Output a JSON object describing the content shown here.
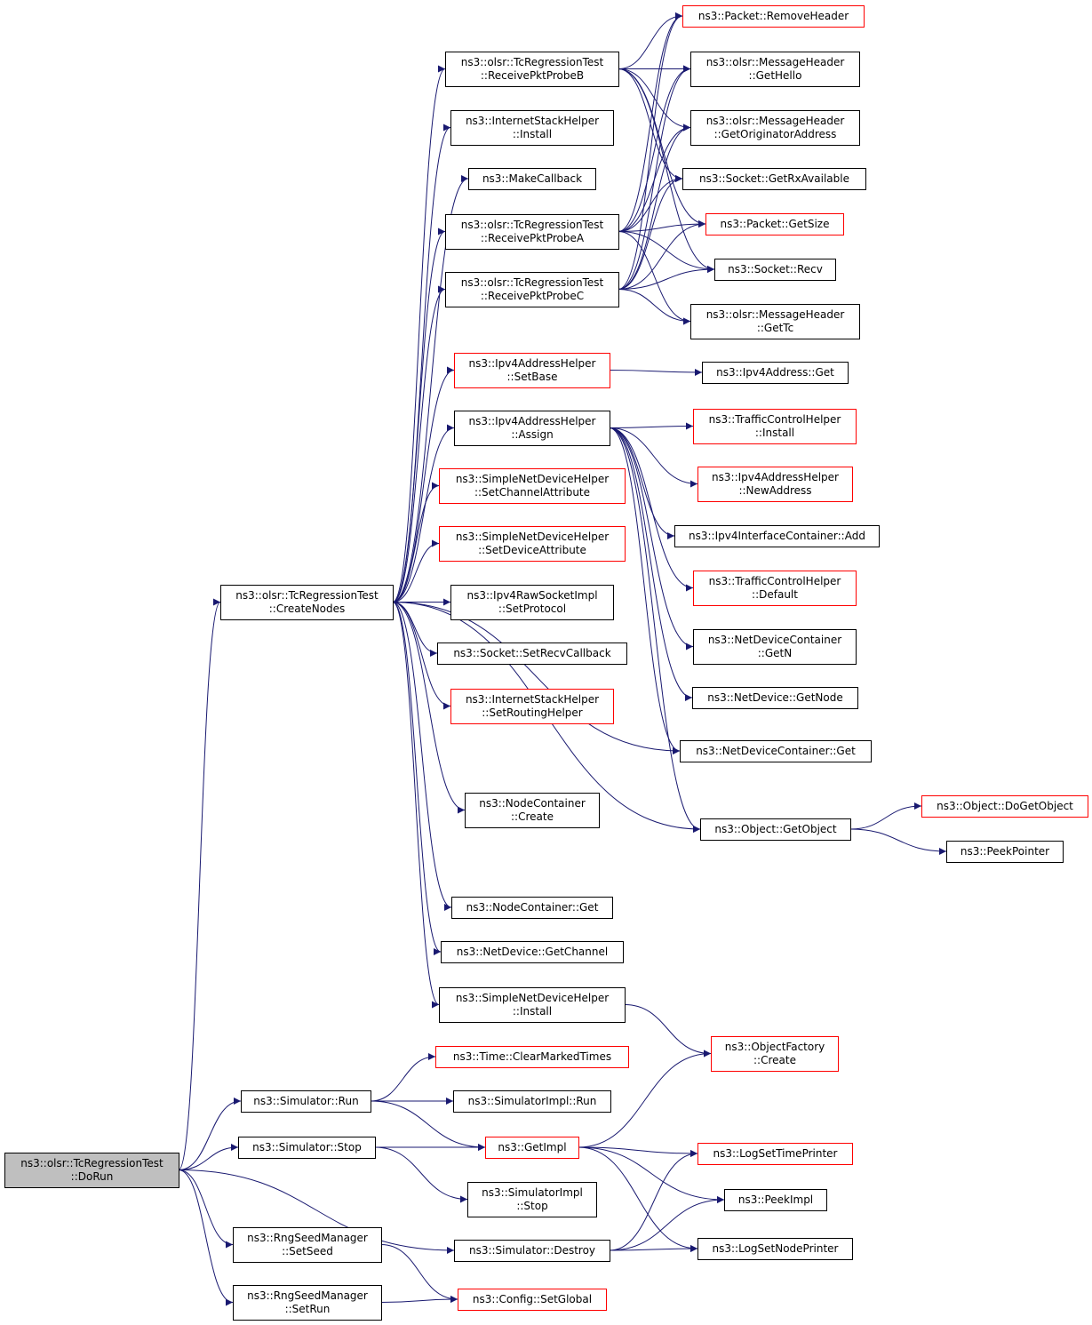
{
  "colors": {
    "edge": "#191970",
    "border_normal": "#000000",
    "border_red": "#ff0000",
    "fill_focus": "#bfbfbf",
    "fill_normal": "#ffffff"
  },
  "nodes": [
    {
      "id": "dorun",
      "lines": [
        "ns3::olsr::TcRegressionTest",
        "::DoRun"
      ],
      "style": "focus"
    },
    {
      "id": "createnodes",
      "lines": [
        "ns3::olsr::TcRegressionTest",
        "::CreateNodes"
      ],
      "style": "normal"
    },
    {
      "id": "probeB",
      "lines": [
        "ns3::olsr::TcRegressionTest",
        "::ReceivePktProbeB"
      ],
      "style": "normal"
    },
    {
      "id": "ishInstall",
      "lines": [
        "ns3::InternetStackHelper",
        "::Install"
      ],
      "style": "normal"
    },
    {
      "id": "makeCallback",
      "lines": [
        "ns3::MakeCallback"
      ],
      "style": "normal"
    },
    {
      "id": "probeA",
      "lines": [
        "ns3::olsr::TcRegressionTest",
        "::ReceivePktProbeA"
      ],
      "style": "normal"
    },
    {
      "id": "probeC",
      "lines": [
        "ns3::olsr::TcRegressionTest",
        "::ReceivePktProbeC"
      ],
      "style": "normal"
    },
    {
      "id": "setBase",
      "lines": [
        "ns3::Ipv4AddressHelper",
        "::SetBase"
      ],
      "style": "red"
    },
    {
      "id": "assign",
      "lines": [
        "ns3::Ipv4AddressHelper",
        "::Assign"
      ],
      "style": "normal"
    },
    {
      "id": "setChanAttr",
      "lines": [
        "ns3::SimpleNetDeviceHelper",
        "::SetChannelAttribute"
      ],
      "style": "red"
    },
    {
      "id": "setDevAttr",
      "lines": [
        "ns3::SimpleNetDeviceHelper",
        "::SetDeviceAttribute"
      ],
      "style": "red"
    },
    {
      "id": "setProtocol",
      "lines": [
        "ns3::Ipv4RawSocketImpl",
        "::SetProtocol"
      ],
      "style": "normal"
    },
    {
      "id": "setRecvCb",
      "lines": [
        "ns3::Socket::SetRecvCallback"
      ],
      "style": "normal"
    },
    {
      "id": "setRouting",
      "lines": [
        "ns3::InternetStackHelper",
        "::SetRoutingHelper"
      ],
      "style": "red"
    },
    {
      "id": "ncCreate",
      "lines": [
        "ns3::NodeContainer",
        "::Create"
      ],
      "style": "normal"
    },
    {
      "id": "ncGet",
      "lines": [
        "ns3::NodeContainer::Get"
      ],
      "style": "normal"
    },
    {
      "id": "getChannel",
      "lines": [
        "ns3::NetDevice::GetChannel"
      ],
      "style": "normal"
    },
    {
      "id": "sndhInstall",
      "lines": [
        "ns3::SimpleNetDeviceHelper",
        "::Install"
      ],
      "style": "normal"
    },
    {
      "id": "removeHeader",
      "lines": [
        "ns3::Packet::RemoveHeader"
      ],
      "style": "red"
    },
    {
      "id": "getHello",
      "lines": [
        "ns3::olsr::MessageHeader",
        "::GetHello"
      ],
      "style": "normal"
    },
    {
      "id": "getOrig",
      "lines": [
        "ns3::olsr::MessageHeader",
        "::GetOriginatorAddress"
      ],
      "style": "normal"
    },
    {
      "id": "getRxAvail",
      "lines": [
        "ns3::Socket::GetRxAvailable"
      ],
      "style": "normal"
    },
    {
      "id": "getSize",
      "lines": [
        "ns3::Packet::GetSize"
      ],
      "style": "red"
    },
    {
      "id": "recv",
      "lines": [
        "ns3::Socket::Recv"
      ],
      "style": "normal"
    },
    {
      "id": "getTc",
      "lines": [
        "ns3::olsr::MessageHeader",
        "::GetTc"
      ],
      "style": "normal"
    },
    {
      "id": "ipv4Get",
      "lines": [
        "ns3::Ipv4Address::Get"
      ],
      "style": "normal"
    },
    {
      "id": "tchInstall",
      "lines": [
        "ns3::TrafficControlHelper",
        "::Install"
      ],
      "style": "red"
    },
    {
      "id": "newAddress",
      "lines": [
        "ns3::Ipv4AddressHelper",
        "::NewAddress"
      ],
      "style": "red"
    },
    {
      "id": "iicAdd",
      "lines": [
        "ns3::Ipv4InterfaceContainer::Add"
      ],
      "style": "normal"
    },
    {
      "id": "tchDefault",
      "lines": [
        "ns3::TrafficControlHelper",
        "::Default"
      ],
      "style": "red"
    },
    {
      "id": "ndcGetN",
      "lines": [
        "ns3::NetDeviceContainer",
        "::GetN"
      ],
      "style": "normal"
    },
    {
      "id": "ndGetNode",
      "lines": [
        "ns3::NetDevice::GetNode"
      ],
      "style": "normal"
    },
    {
      "id": "ndcGet",
      "lines": [
        "ns3::NetDeviceContainer::Get"
      ],
      "style": "normal"
    },
    {
      "id": "getObject",
      "lines": [
        "ns3::Object::GetObject"
      ],
      "style": "normal"
    },
    {
      "id": "doGetObject",
      "lines": [
        "ns3::Object::DoGetObject"
      ],
      "style": "red"
    },
    {
      "id": "peekPointer",
      "lines": [
        "ns3::PeekPointer"
      ],
      "style": "normal"
    },
    {
      "id": "ofCreate",
      "lines": [
        "ns3::ObjectFactory",
        "::Create"
      ],
      "style": "red"
    },
    {
      "id": "clearMarked",
      "lines": [
        "ns3::Time::ClearMarkedTimes"
      ],
      "style": "red"
    },
    {
      "id": "simRun",
      "lines": [
        "ns3::Simulator::Run"
      ],
      "style": "normal"
    },
    {
      "id": "simImplRun",
      "lines": [
        "ns3::SimulatorImpl::Run"
      ],
      "style": "normal"
    },
    {
      "id": "getImpl",
      "lines": [
        "ns3::GetImpl"
      ],
      "style": "red"
    },
    {
      "id": "simStop",
      "lines": [
        "ns3::Simulator::Stop"
      ],
      "style": "normal"
    },
    {
      "id": "simImplStop",
      "lines": [
        "ns3::SimulatorImpl",
        "::Stop"
      ],
      "style": "normal"
    },
    {
      "id": "logTime",
      "lines": [
        "ns3::LogSetTimePrinter"
      ],
      "style": "red"
    },
    {
      "id": "peekImpl",
      "lines": [
        "ns3::PeekImpl"
      ],
      "style": "normal"
    },
    {
      "id": "setSeed",
      "lines": [
        "ns3::RngSeedManager",
        "::SetSeed"
      ],
      "style": "normal"
    },
    {
      "id": "simDestroy",
      "lines": [
        "ns3::Simulator::Destroy"
      ],
      "style": "normal"
    },
    {
      "id": "logNode",
      "lines": [
        "ns3::LogSetNodePrinter"
      ],
      "style": "normal"
    },
    {
      "id": "setRun",
      "lines": [
        "ns3::RngSeedManager",
        "::SetRun"
      ],
      "style": "normal"
    },
    {
      "id": "setGlobal",
      "lines": [
        "ns3::Config::SetGlobal"
      ],
      "style": "red"
    }
  ],
  "edges": [
    [
      "dorun",
      "createnodes"
    ],
    [
      "dorun",
      "simRun"
    ],
    [
      "dorun",
      "simStop"
    ],
    [
      "dorun",
      "simDestroy"
    ],
    [
      "dorun",
      "setSeed"
    ],
    [
      "dorun",
      "setRun"
    ],
    [
      "createnodes",
      "probeB"
    ],
    [
      "createnodes",
      "ishInstall"
    ],
    [
      "createnodes",
      "makeCallback"
    ],
    [
      "createnodes",
      "probeA"
    ],
    [
      "createnodes",
      "probeC"
    ],
    [
      "createnodes",
      "setBase"
    ],
    [
      "createnodes",
      "assign"
    ],
    [
      "createnodes",
      "setChanAttr"
    ],
    [
      "createnodes",
      "setDevAttr"
    ],
    [
      "createnodes",
      "setProtocol"
    ],
    [
      "createnodes",
      "setRecvCb"
    ],
    [
      "createnodes",
      "setRouting"
    ],
    [
      "createnodes",
      "ndcGet"
    ],
    [
      "createnodes",
      "ncCreate"
    ],
    [
      "createnodes",
      "getObject"
    ],
    [
      "createnodes",
      "ncGet"
    ],
    [
      "createnodes",
      "getChannel"
    ],
    [
      "createnodes",
      "sndhInstall"
    ],
    [
      "probeB",
      "removeHeader"
    ],
    [
      "probeB",
      "getHello"
    ],
    [
      "probeB",
      "getOrig"
    ],
    [
      "probeB",
      "getRxAvail"
    ],
    [
      "probeB",
      "getSize"
    ],
    [
      "probeB",
      "recv"
    ],
    [
      "probeA",
      "removeHeader"
    ],
    [
      "probeA",
      "getHello"
    ],
    [
      "probeA",
      "getOrig"
    ],
    [
      "probeA",
      "getRxAvail"
    ],
    [
      "probeA",
      "getSize"
    ],
    [
      "probeA",
      "recv"
    ],
    [
      "probeA",
      "getTc"
    ],
    [
      "probeC",
      "removeHeader"
    ],
    [
      "probeC",
      "getHello"
    ],
    [
      "probeC",
      "getOrig"
    ],
    [
      "probeC",
      "getRxAvail"
    ],
    [
      "probeC",
      "getSize"
    ],
    [
      "probeC",
      "recv"
    ],
    [
      "probeC",
      "getTc"
    ],
    [
      "setBase",
      "ipv4Get"
    ],
    [
      "assign",
      "tchInstall"
    ],
    [
      "assign",
      "newAddress"
    ],
    [
      "assign",
      "iicAdd"
    ],
    [
      "assign",
      "tchDefault"
    ],
    [
      "assign",
      "ndcGetN"
    ],
    [
      "assign",
      "ndGetNode"
    ],
    [
      "assign",
      "ndcGet"
    ],
    [
      "assign",
      "getObject"
    ],
    [
      "getObject",
      "doGetObject"
    ],
    [
      "getObject",
      "peekPointer"
    ],
    [
      "sndhInstall",
      "ofCreate"
    ],
    [
      "simRun",
      "clearMarked"
    ],
    [
      "simRun",
      "simImplRun"
    ],
    [
      "simRun",
      "getImpl"
    ],
    [
      "simStop",
      "getImpl"
    ],
    [
      "simStop",
      "simImplStop"
    ],
    [
      "getImpl",
      "ofCreate"
    ],
    [
      "getImpl",
      "logTime"
    ],
    [
      "getImpl",
      "peekImpl"
    ],
    [
      "getImpl",
      "logNode"
    ],
    [
      "simDestroy",
      "logTime"
    ],
    [
      "simDestroy",
      "peekImpl"
    ],
    [
      "simDestroy",
      "logNode"
    ],
    [
      "setSeed",
      "setGlobal"
    ],
    [
      "setRun",
      "setGlobal"
    ]
  ]
}
